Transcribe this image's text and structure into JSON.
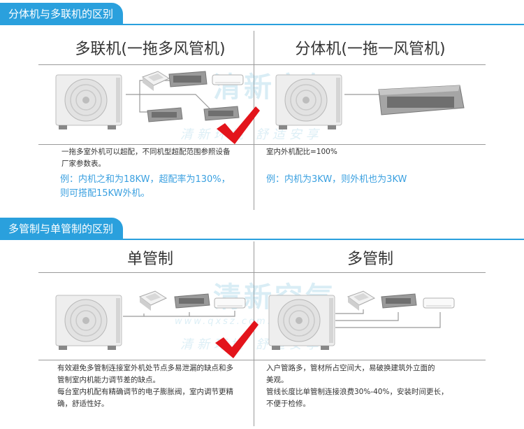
{
  "section1": {
    "title": "分体机与多联机的区别",
    "left": {
      "heading": "多联机(一拖多风管机)",
      "desc_lines": [
        "一拖多室外机可以超配，不同机型超配范围参照设备",
        "厂家参数表。"
      ],
      "example_lines": [
        "例：内机之和为18KW，超配率为130%，",
        "则可搭配15KW外机。"
      ]
    },
    "right": {
      "heading": "分体机(一拖一风管机)",
      "desc_lines": [
        "室内外机配比=100%"
      ],
      "example_lines": [
        "例：内机为3KW，则外机也为3KW"
      ]
    }
  },
  "section2": {
    "title": "多管制与单管制的区别",
    "left": {
      "heading": "单管制",
      "desc_lines": [
        "有效避免多管制连接室外机处节点多易泄漏的缺点和多",
        "管制室内机能力调节差的缺点。",
        "每台室内机配有精确调节的电子膨胀阀，室内调节更精",
        "确，舒适性好。"
      ]
    },
    "right": {
      "heading": "多管制",
      "desc_lines": [
        "入户管路多，管材所占空间大，易破换建筑外立面的",
        "美观。",
        "管线长度比单管制连接浪费30%-40%，安装时间更长，",
        "不便于检修。"
      ]
    }
  },
  "watermark": {
    "main": "清新空气",
    "url": "www.qxsz.com.cn",
    "slogan": "清新环境 舒适安享"
  },
  "colors": {
    "accent": "#2aa0dd",
    "example_text": "#3aa0e0",
    "check_mark": "#e3141b"
  },
  "icons": [
    "outdoor-unit-icon",
    "cassette-unit-icon",
    "ducted-unit-icon",
    "wall-unit-icon",
    "check-mark-icon"
  ]
}
